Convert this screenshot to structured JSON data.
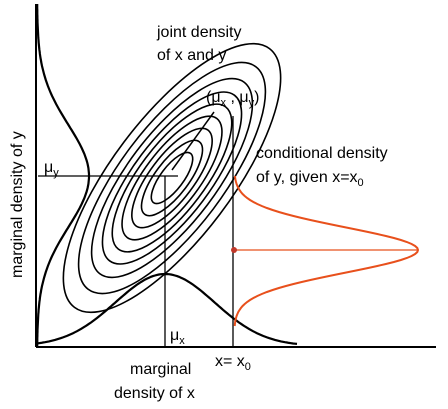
{
  "labels": {
    "joint_density_line1": "joint density",
    "joint_density_line2": "of x and y",
    "mean_point_open": "(μ",
    "mean_point_x_sub": "x",
    "mean_point_mid": " , μ",
    "mean_point_y_sub": "y",
    "mean_point_close": ")",
    "conditional_line1": "conditional density",
    "conditional_line2_prefix": "of y, given x=x",
    "conditional_line2_sub": "0",
    "marginal_y": "marginal density of y",
    "marginal_x_line1": "marginal",
    "marginal_x_line2": "density of x",
    "mu_y_main": "μ",
    "mu_y_sub": "y",
    "mu_x_main": "μ",
    "mu_x_sub": "x",
    "x0_prefix": "x= x",
    "x0_sub": "0"
  },
  "colors": {
    "line": "#000000",
    "conditional": "#e8501c",
    "point": "#c0392b",
    "background": "#ffffff"
  }
}
